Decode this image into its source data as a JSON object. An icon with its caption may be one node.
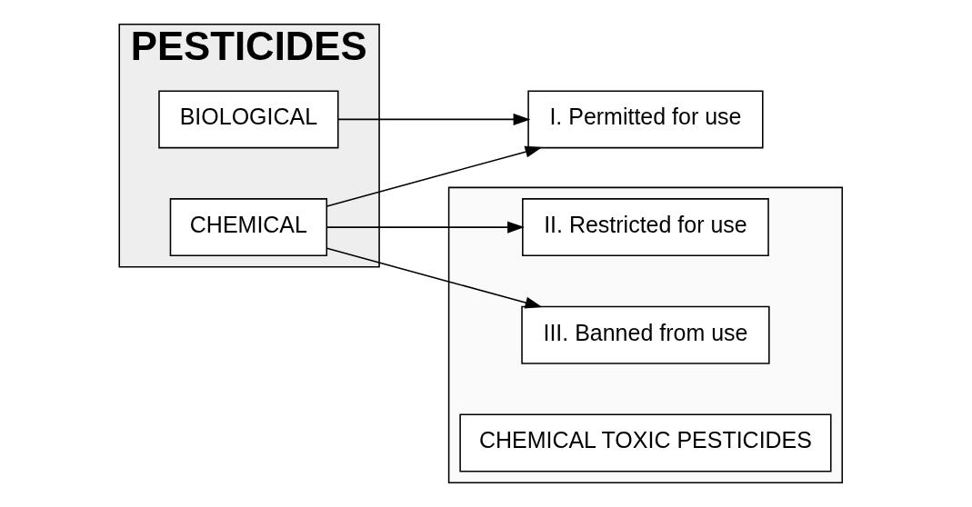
{
  "diagram": {
    "nodes": [
      {
        "text": [
          "PESTICIDES"
        ]
      },
      {
        "text": [
          "BIOLOGICAL"
        ],
        "in": 0
      },
      {
        "text": [
          "CHEMICAL"
        ],
        "in": 0
      },
      {
        "text": [
          "I. Permitted for use"
        ]
      },
      {
        "text": [],
        "shape": "box"
      },
      {
        "text": [
          "II. Restricted for use"
        ],
        "in": 4
      },
      {
        "text": [
          "III. Banned from use"
        ],
        "in": 4
      },
      {
        "text": [
          "CHEMICAL TOXIC PESTICIDES"
        ],
        "in": 4
      }
    ],
    "edges": [
      {
        "from": 1,
        "to": 3,
        "arrow": "to"
      },
      {
        "from": 2,
        "to": 6,
        "arrow": "to"
      },
      {
        "from": 2,
        "to": 5,
        "arrow": "to"
      },
      {
        "from": 2,
        "to": 3,
        "arrow": "to"
      }
    ]
  }
}
